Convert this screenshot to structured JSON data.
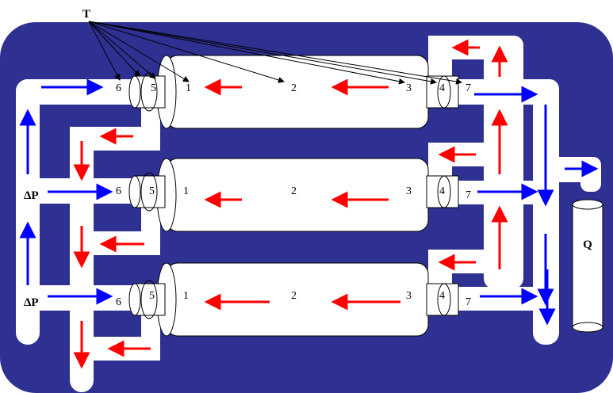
{
  "labels": {
    "sensor_tag": "T",
    "pressure_top": "ΔP",
    "pressure_bottom": "ΔP",
    "flow_meter": "Q",
    "row1": [
      "1",
      "2",
      "3",
      "4",
      "5",
      "6",
      "7"
    ],
    "row2": [
      "1",
      "2",
      "3",
      "4",
      "5",
      "6",
      "7"
    ],
    "row3": [
      "1",
      "2",
      "3",
      "4",
      "5",
      "6",
      "7"
    ]
  },
  "colors": {
    "background": "#2e3192",
    "pipe": "#ffffff",
    "hot_flow": "#ff0000",
    "cold_flow": "#0000ff",
    "outline": "#000000"
  }
}
